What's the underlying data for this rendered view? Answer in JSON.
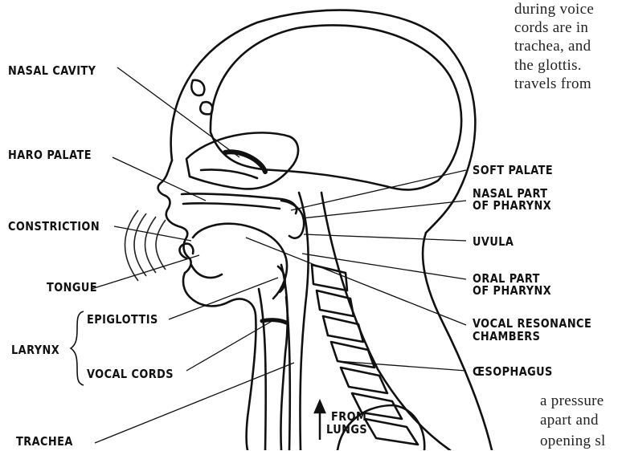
{
  "text_top_right": [
    "during voice",
    "cords are in",
    "trachea, and",
    "the glottis.",
    "travels from"
  ],
  "text_bottom_right": [
    "a pressure",
    "apart and",
    "opening sl"
  ],
  "labels": {
    "nasal_cavity": "NASAL CAVITY",
    "hard_palate": "HARO PALATE",
    "constriction": "CONSTRICTION",
    "tongue": "TONGUE",
    "larynx": "LARYNX",
    "epiglottis": "EPIGLOTTIS",
    "vocal_cords": "VOCAL CORDS",
    "trachea": "TRACHEA",
    "soft_palate": "SOFT PALATE",
    "nasal_part_1": "NASAL PART",
    "nasal_part_2": "OF PHARYNX",
    "uvula": "UVULA",
    "oral_part_1": "ORAL PART",
    "oral_part_2": "OF PHARYNX",
    "vocal_resonance_1": "VOCAL RESONANCE",
    "vocal_resonance_2": "CHAMBERS",
    "oesophagus": "ŒSOPHAGUS",
    "from_lungs_1": "FROM",
    "from_lungs_2": "LUNGS"
  }
}
